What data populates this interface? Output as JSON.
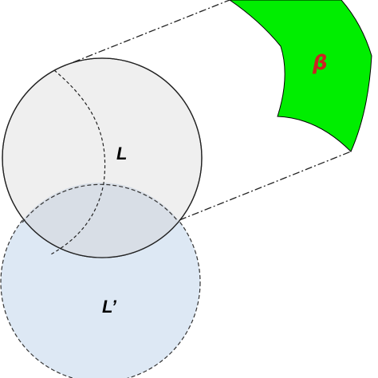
{
  "labels": {
    "circle_L": "L",
    "circle_L_prime": "L’",
    "region_beta": "β"
  },
  "colors": {
    "circle_L_fill": "#efefef",
    "circle_L_prime_fill": "#dde8f4",
    "overlap_fill": "#d8dee6",
    "region_beta_fill": "#00ee00",
    "beta_text": "#cc2222",
    "stroke": "#000000"
  }
}
